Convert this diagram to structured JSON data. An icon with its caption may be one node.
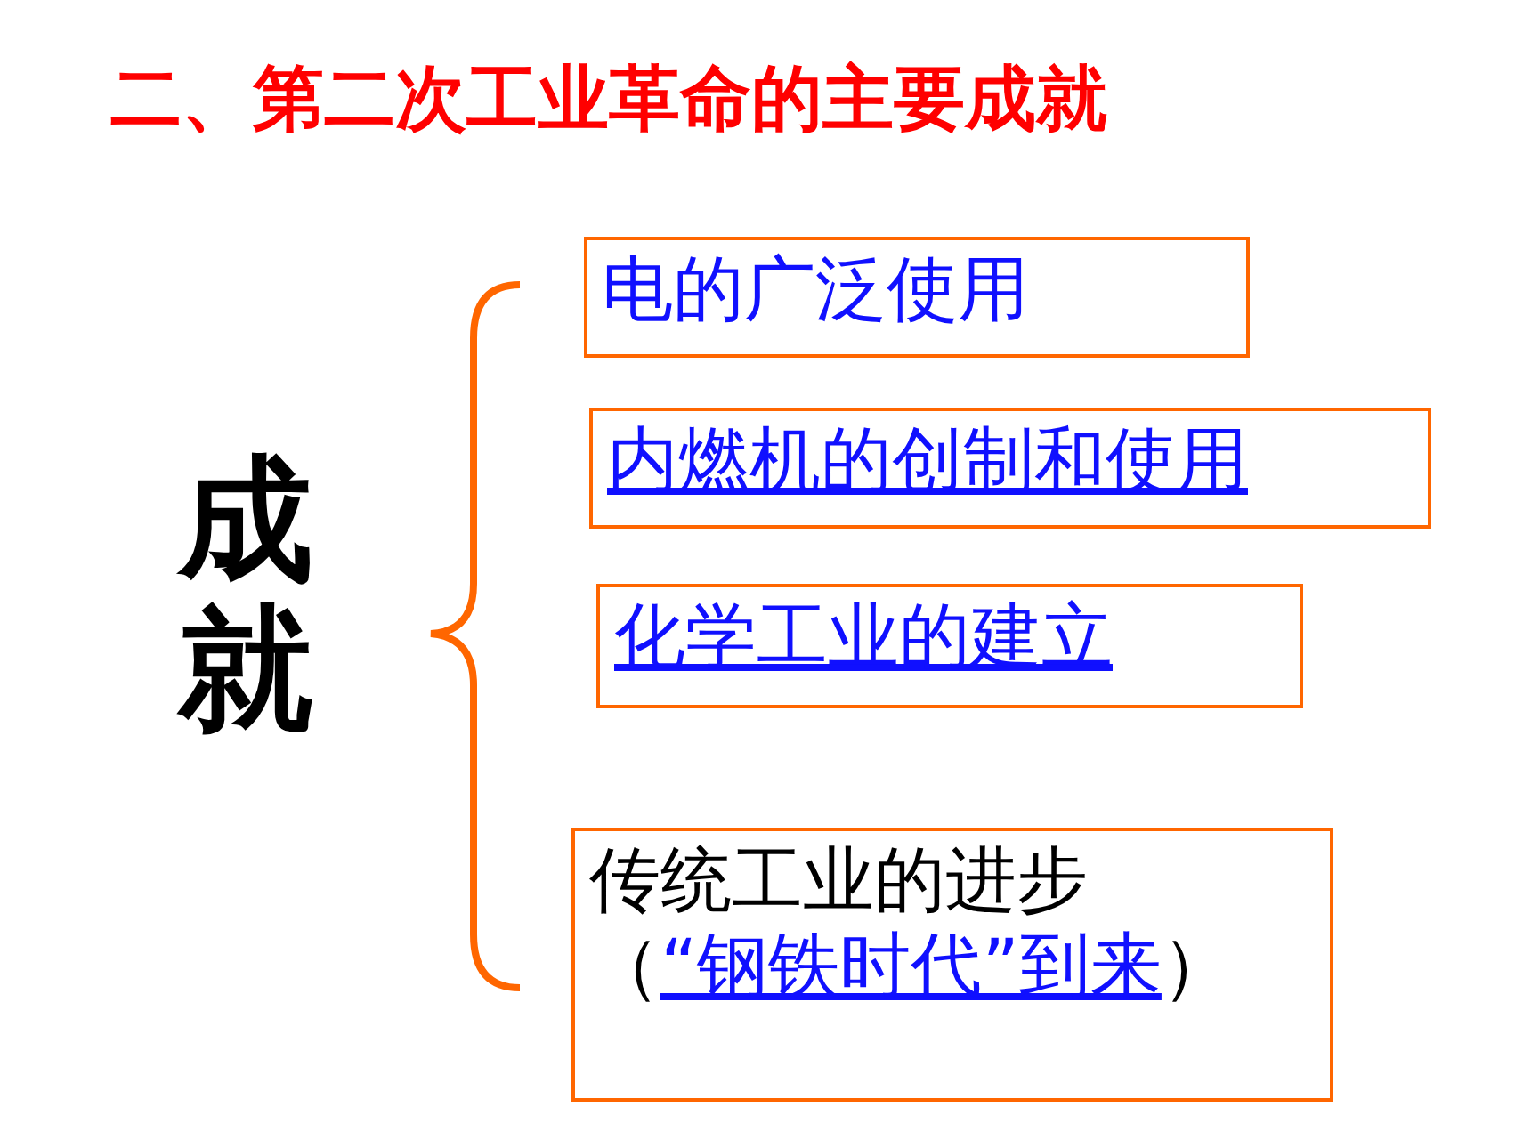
{
  "diagram": {
    "title": "二、第二次工业革命的主要成就",
    "nodes": [
      {
        "text": [
          "电的广泛使用"
        ]
      },
      {
        "text": [
          "内燃机的创制和使用"
        ]
      },
      {
        "text": [
          "化学工业的建立"
        ]
      },
      {
        "text": [
          "传统工业的进步",
          "（“钢铁时代”到来）"
        ]
      }
    ],
    "labels": [
      "成就"
    ]
  }
}
